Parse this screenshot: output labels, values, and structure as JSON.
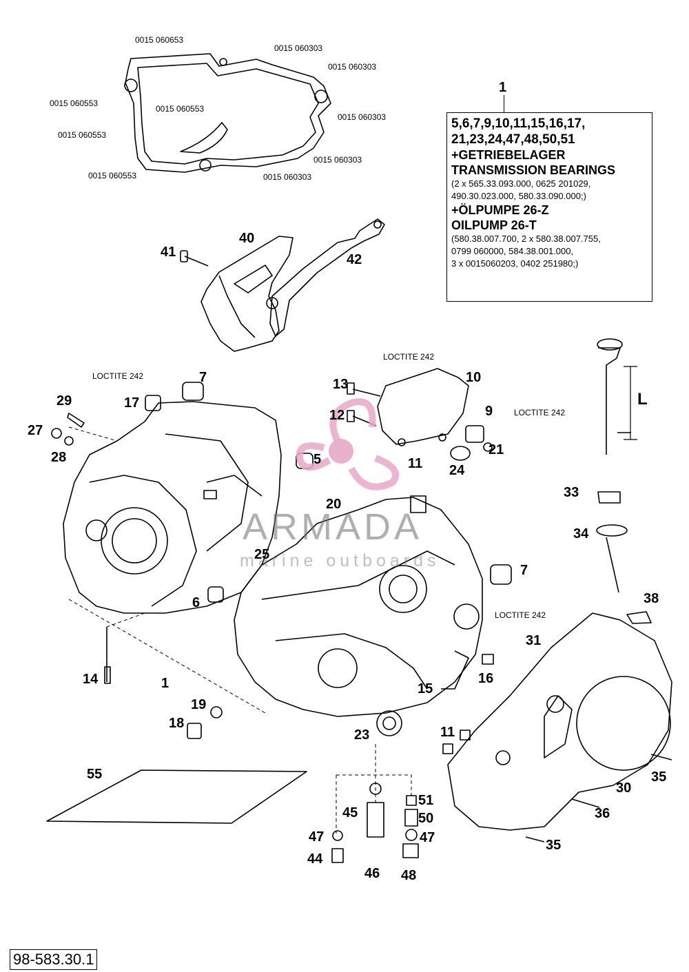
{
  "gasket_refs": [
    "0015 060653",
    "0015 060303",
    "0015 060303",
    "0015 060553",
    "0015 060553",
    "0015 060303",
    "0015 060553",
    "0015 060553",
    "0015 060303",
    "0015 060303"
  ],
  "kit": {
    "number": "1",
    "lines": [
      "5,6,7,9,10,11,15,16,17,",
      "21,23,24,47,48,50,51",
      "+GETRIEBELAGER",
      "TRANSMISSION BEARINGS"
    ],
    "sub1": [
      "(2 x 565.33.093.000, 0625 201029,",
      "490.30.023.000, 580.33.090.000;)"
    ],
    "lines2": [
      "+ÖLPUMPE 26-Z",
      "OILPUMP 26-T"
    ],
    "sub2": [
      "(580.38.007.700, 2 x 580.38.007.755,",
      "0799 060000, 584.38.001.000,",
      "3 x 0015060203, 0402 251980;)"
    ]
  },
  "loctite": [
    "LOCTITE 242",
    "LOCTITE 242",
    "LOCTITE 242",
    "LOCTITE 242"
  ],
  "dim_label": "L",
  "part_numbers": [
    "40",
    "41",
    "42",
    "7",
    "17",
    "29",
    "27",
    "28",
    "13",
    "10",
    "12",
    "9",
    "11",
    "24",
    "21",
    "5",
    "20",
    "25",
    "33",
    "34",
    "7",
    "6",
    "38",
    "31",
    "14",
    "1",
    "19",
    "18",
    "15",
    "16",
    "23",
    "11",
    "55",
    "51",
    "45",
    "50",
    "47",
    "47",
    "44",
    "46",
    "48",
    "30",
    "35",
    "36",
    "35"
  ],
  "watermark": {
    "name": "ARMADA",
    "sub": "marine outboards",
    "logo": "propeller-logo"
  },
  "doc_id": "98-583.30.1",
  "colors": {
    "line": "#000000",
    "logo_pink": "#e8a8c8",
    "watermark_gray": "#6e6e6e"
  }
}
